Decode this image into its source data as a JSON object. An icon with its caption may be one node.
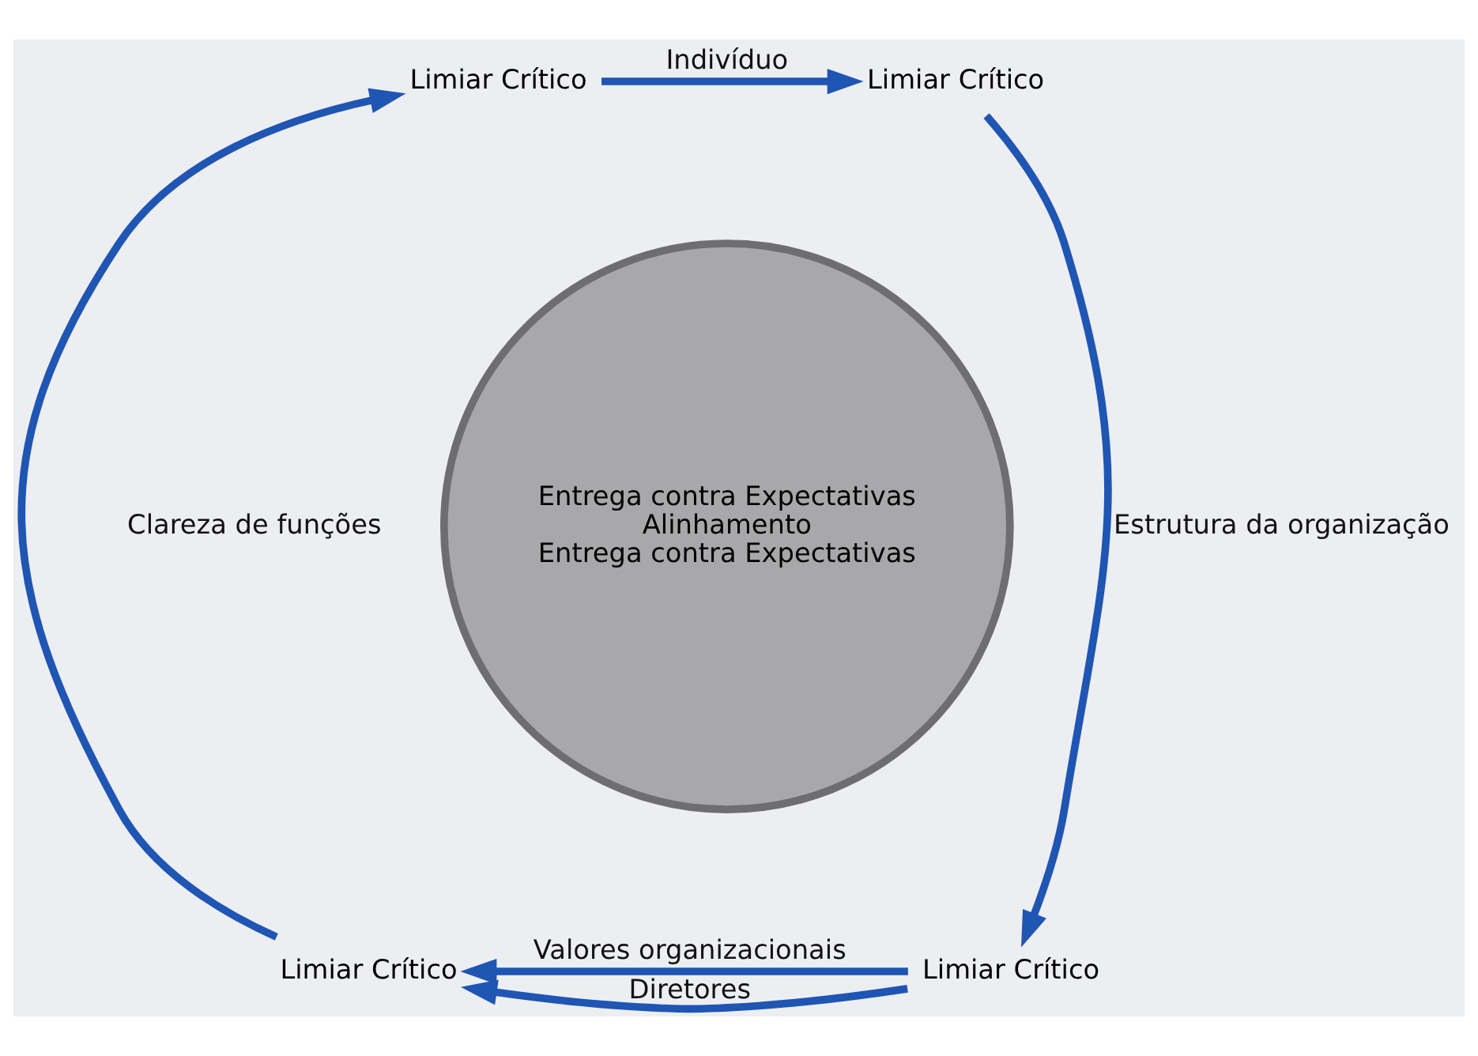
{
  "diagram": {
    "nodes": [
      {
        "text": [
          "Limiar Crítico"
        ]
      },
      {
        "text": [
          "Limiar Crítico"
        ]
      },
      {
        "text": [
          "Limiar Crítico"
        ]
      },
      {
        "text": [
          "Limiar Crítico"
        ]
      },
      {
        "text": [
          "Entrega contra Expectativas",
          "Alinhamento",
          "Entrega contra Expectativas"
        ]
      }
    ],
    "edges": [
      {
        "from": 0,
        "to": 1,
        "arrow": "to",
        "label": "Indivíduo"
      },
      {
        "from": 1,
        "to": 2,
        "arrow": "to",
        "label": "Estrutura da organização"
      },
      {
        "from": 2,
        "to": 3,
        "arrow": "to",
        "label": "Diretores"
      },
      {
        "from": 2,
        "to": 3,
        "arrow": "to",
        "label": "Valores organizacionais"
      },
      {
        "from": 3,
        "to": 0,
        "arrow": "to",
        "label": "Clareza de funções"
      }
    ]
  }
}
